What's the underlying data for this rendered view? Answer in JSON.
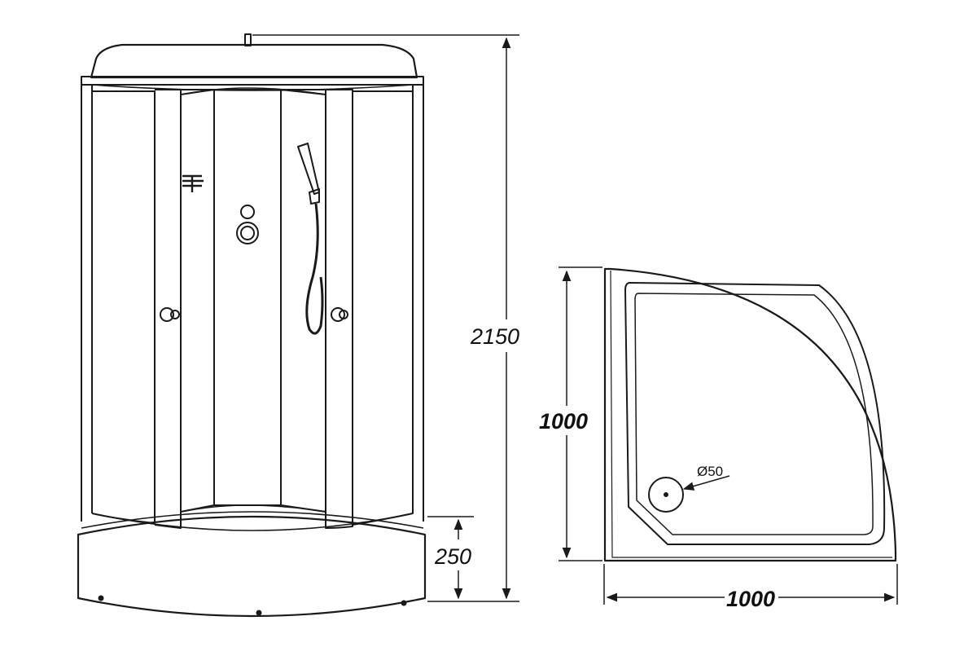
{
  "diagram": {
    "front_view": {
      "height_label": "2150",
      "tray_height_label": "250"
    },
    "top_view": {
      "depth_label": "1000",
      "width_label": "1000",
      "drain_label": "Ø50"
    },
    "colors": {
      "stroke": "#1a1a1a",
      "background": "#ffffff"
    }
  }
}
